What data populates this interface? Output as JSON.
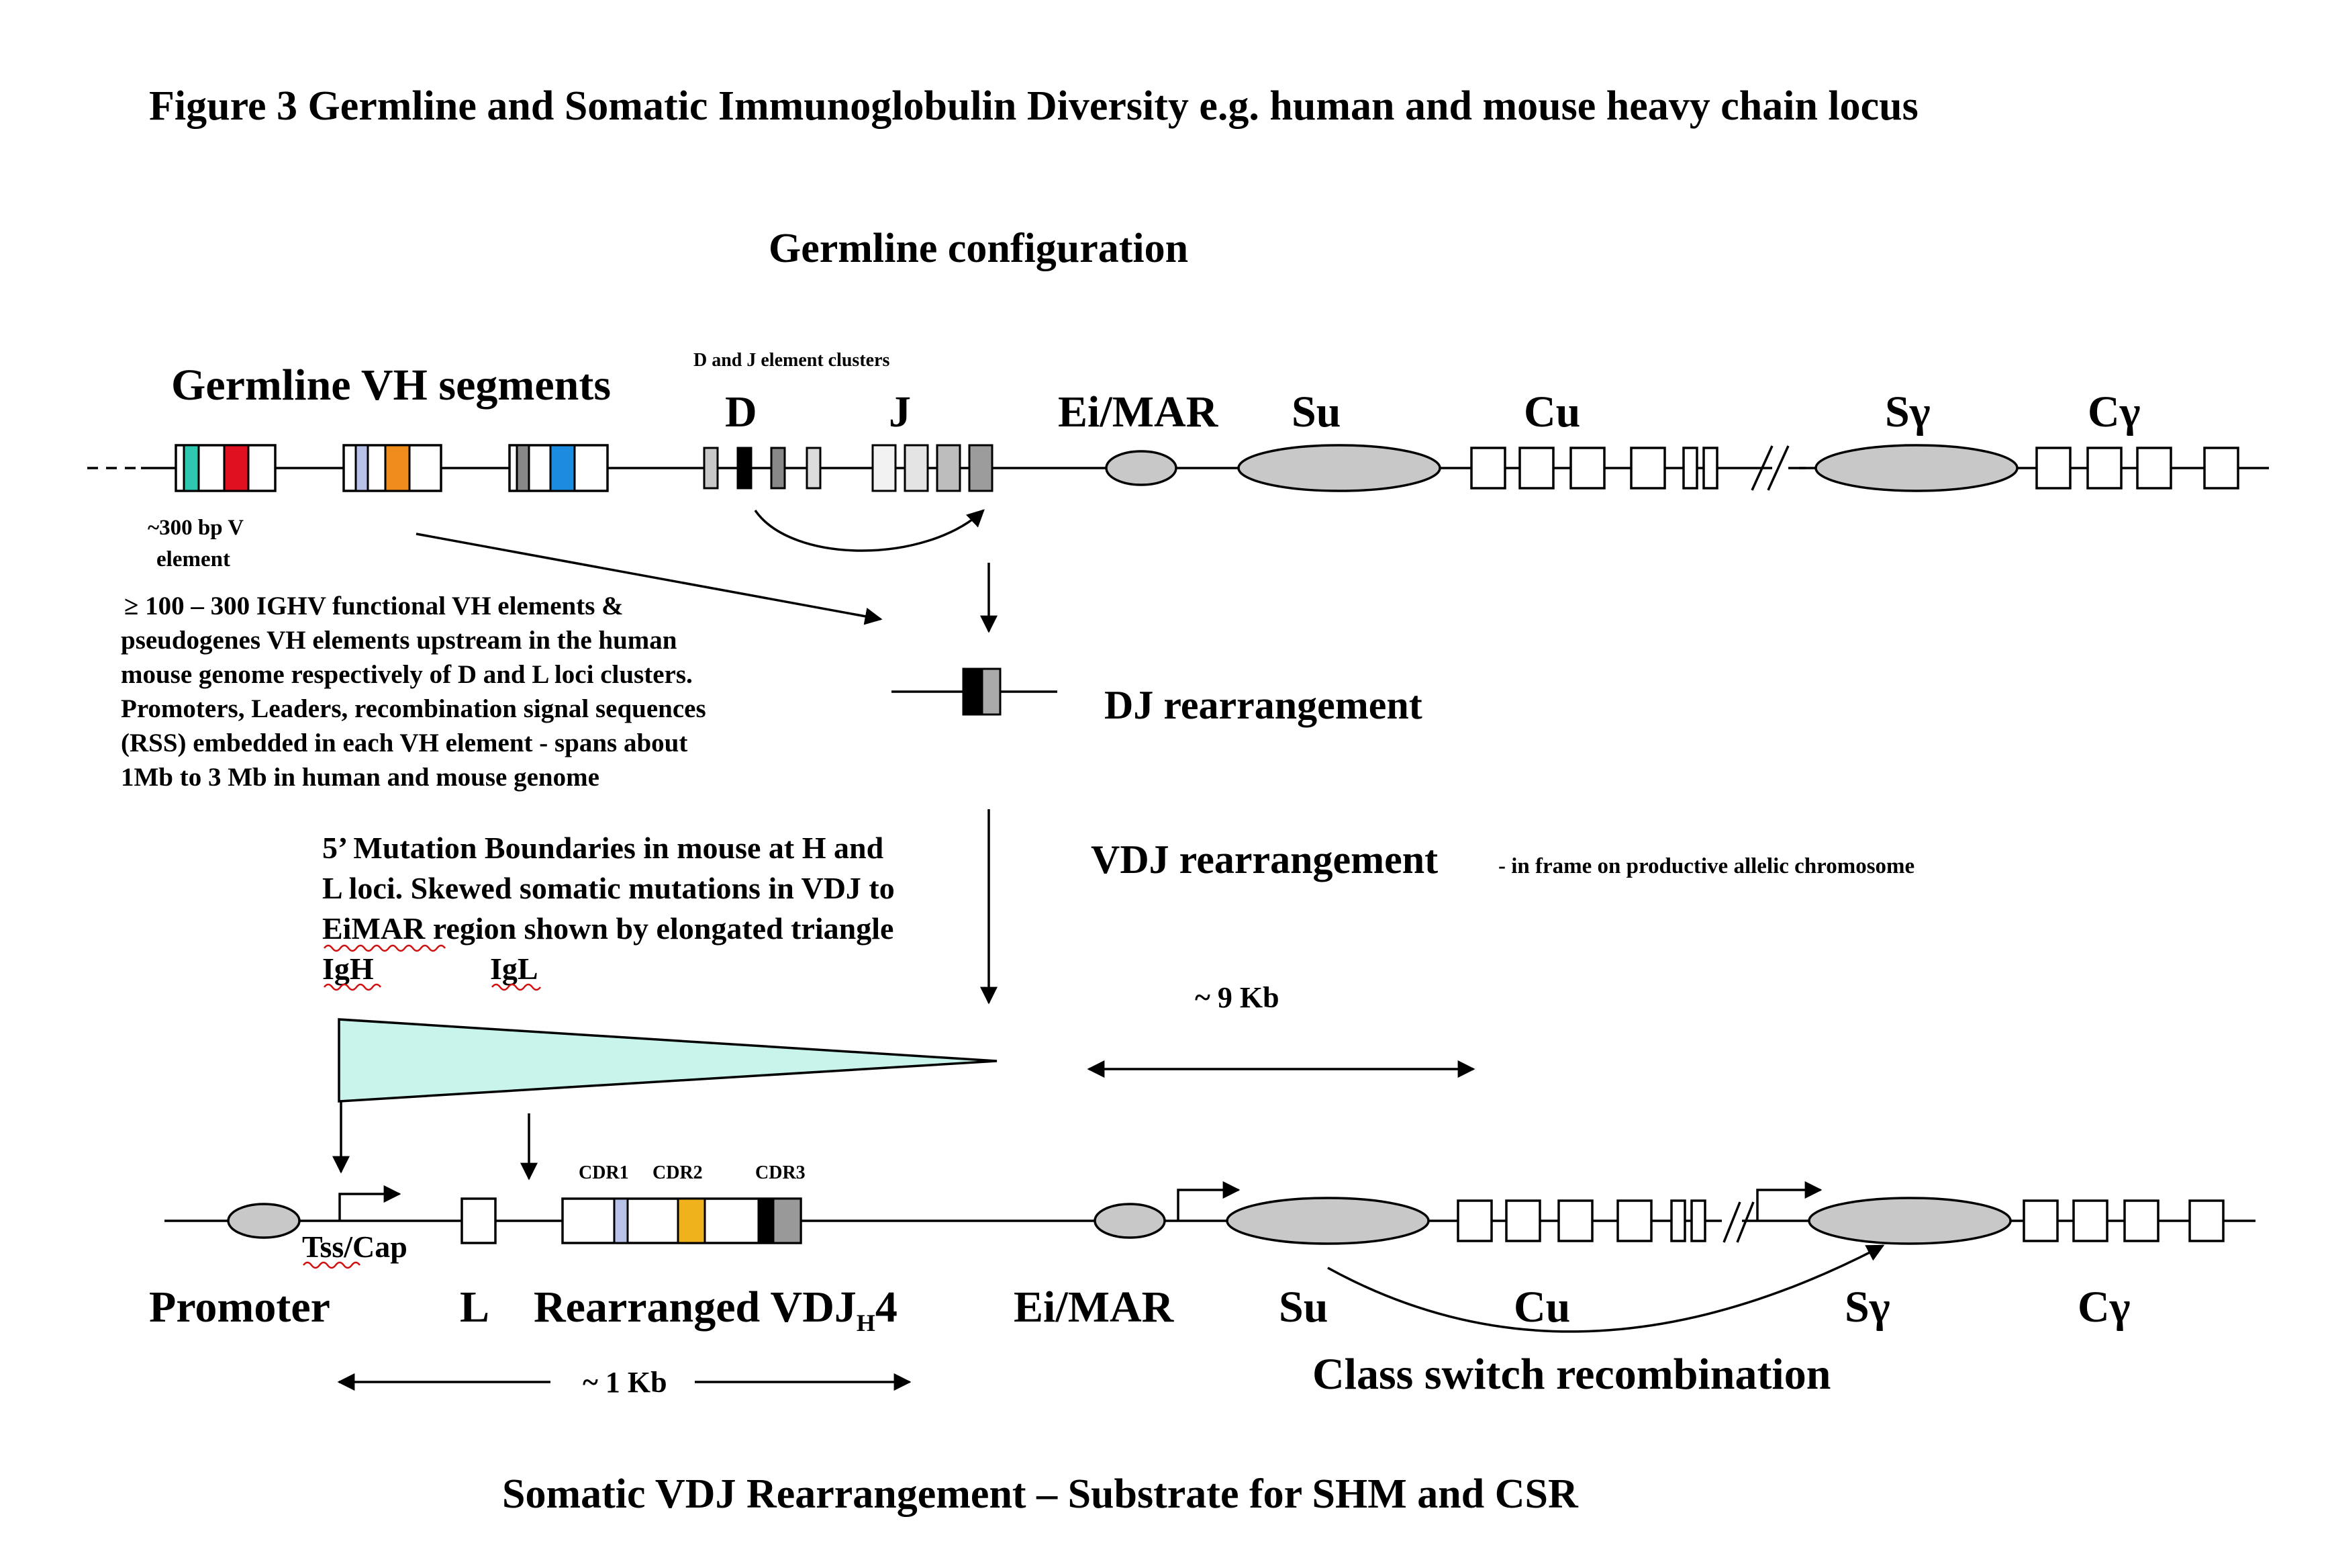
{
  "title": "Figure 3 Germline and Somatic Immunoglobulin Diversity e.g. human and mouse heavy chain locus",
  "germline_heading": "Germline configuration",
  "germline": {
    "vh_label": "Germline VH segments",
    "dj_clusters_label": "D  and J element clusters",
    "d_label": "D",
    "j_label": "J",
    "eimar_label": "Ei/MAR",
    "su_label": "Su",
    "cu_label": "Cu",
    "sgamma_label": "Sγ",
    "cgamma_label": "Cγ",
    "v_size_line1": "~300 bp V",
    "v_size_line2": "element",
    "note_lines": [
      "≥ 100 – 300 IGHV functional VH elements &",
      "pseudogenes VH elements upstream in the human",
      "mouse genome respectively of D and L loci clusters.",
      "Promoters, Leaders, recombination signal sequences",
      "(RSS) embedded in each VH element  - spans about",
      "1Mb  to  3 Mb in human and mouse genome"
    ]
  },
  "dj_rearrangement_label": "DJ rearrangement",
  "vdj_rearrangement_label": "VDJ rearrangement",
  "vdj_rearrangement_note": "- in frame on productive allelic chromosome",
  "mutation_note_lines": [
    "5’ Mutation Boundaries in mouse at H and",
    "L loci. Skewed somatic mutations in VDJ to",
    "EiMAR region shown by elongated triangle"
  ],
  "igh_label": "IgH",
  "igl_label": "IgL",
  "scale_9kb": "~ 9 Kb",
  "scale_1kb": "~ 1 Kb",
  "rearranged": {
    "cdr1": "CDR1",
    "cdr2": "CDR2",
    "cdr3": "CDR3",
    "tss_label": "Tss/Cap",
    "promoter_label": "Promoter",
    "l_label": "L",
    "vdj_label_main": "Rearranged VDJ",
    "vdj_label_sub": "H",
    "vdj_label_tail": "4",
    "eimar_label": "Ei/MAR",
    "su_label": "Su",
    "cu_label": "Cu",
    "sgamma_label": "Sγ",
    "cgamma_label": "Cγ",
    "csr_label": "Class switch recombination"
  },
  "footer": "Somatic VDJ Rearrangement – Substrate for  SHM and CSR",
  "colors": {
    "cdr1": "#b8c2e8",
    "cdr2": "#f0b21c",
    "cdr3": "#000000",
    "v1_stripe": "#2ec8b0",
    "v1_band": "#e01020",
    "v2_stripe": "#b8c2e8",
    "v2_band": "#f08c1c",
    "v3_band": "#1c8ce0",
    "triangle_fill": "#c8f4ec",
    "switch_fill": "#c8c8c8"
  }
}
